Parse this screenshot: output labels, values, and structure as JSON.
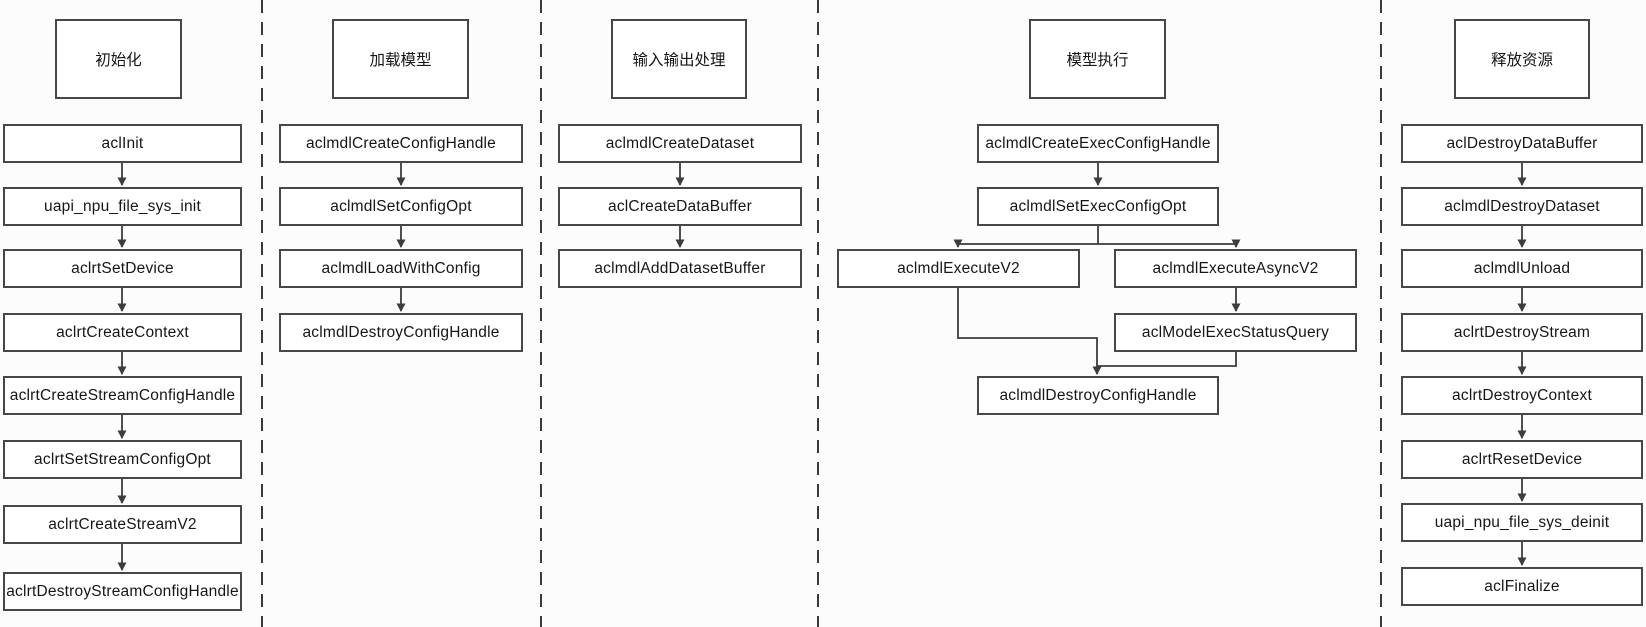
{
  "colors": {
    "background": "#fcfcfc",
    "box_fill": "#ffffff",
    "box_border": "#474747",
    "text": "#161616",
    "connector_line": "#3c3c3c",
    "dashed_separator": "#3a3a3a"
  },
  "separators": {
    "count": 4,
    "positions_x": [
      262,
      541,
      818,
      1381
    ]
  },
  "columns": [
    {
      "title": "初始化",
      "nodes": [
        "aclInit",
        "uapi_npu_file_sys_init",
        "aclrtSetDevice",
        "aclrtCreateContext",
        "aclrtCreateStreamConfigHandle",
        "aclrtSetStreamConfigOpt",
        "aclrtCreateStreamV2",
        "aclrtDestroyStreamConfigHandle"
      ],
      "flow": [
        [
          "aclInit",
          "uapi_npu_file_sys_init"
        ],
        [
          "uapi_npu_file_sys_init",
          "aclrtSetDevice"
        ],
        [
          "aclrtSetDevice",
          "aclrtCreateContext"
        ],
        [
          "aclrtCreateContext",
          "aclrtCreateStreamConfigHandle"
        ],
        [
          "aclrtCreateStreamConfigHandle",
          "aclrtSetStreamConfigOpt"
        ],
        [
          "aclrtSetStreamConfigOpt",
          "aclrtCreateStreamV2"
        ],
        [
          "aclrtCreateStreamV2",
          "aclrtDestroyStreamConfigHandle"
        ]
      ]
    },
    {
      "title": "加载模型",
      "nodes": [
        "aclmdlCreateConfigHandle",
        "aclmdlSetConfigOpt",
        "aclmdlLoadWithConfig",
        "aclmdlDestroyConfigHandle"
      ],
      "flow": [
        [
          "aclmdlCreateConfigHandle",
          "aclmdlSetConfigOpt"
        ],
        [
          "aclmdlSetConfigOpt",
          "aclmdlLoadWithConfig"
        ],
        [
          "aclmdlLoadWithConfig",
          "aclmdlDestroyConfigHandle"
        ]
      ]
    },
    {
      "title": "输入输出处理",
      "nodes": [
        "aclmdlCreateDataset",
        "aclCreateDataBuffer",
        "aclmdlAddDatasetBuffer"
      ],
      "flow": [
        [
          "aclmdlCreateDataset",
          "aclCreateDataBuffer"
        ],
        [
          "aclCreateDataBuffer",
          "aclmdlAddDatasetBuffer"
        ]
      ]
    },
    {
      "title": "模型执行",
      "nodes": [
        "aclmdlCreateExecConfigHandle",
        "aclmdlSetExecConfigOpt",
        "aclmdlExecuteV2",
        "aclmdlExecuteAsyncV2",
        "aclModelExecStatusQuery",
        "aclmdlDestroyConfigHandle"
      ],
      "flow": [
        [
          "aclmdlCreateExecConfigHandle",
          "aclmdlSetExecConfigOpt"
        ],
        [
          "aclmdlSetExecConfigOpt",
          "aclmdlExecuteV2"
        ],
        [
          "aclmdlSetExecConfigOpt",
          "aclmdlExecuteAsyncV2"
        ],
        [
          "aclmdlExecuteAsyncV2",
          "aclModelExecStatusQuery"
        ],
        [
          "aclmdlExecuteV2",
          "aclmdlDestroyConfigHandle"
        ],
        [
          "aclModelExecStatusQuery",
          "aclmdlDestroyConfigHandle"
        ]
      ]
    },
    {
      "title": "释放资源",
      "nodes": [
        "aclDestroyDataBuffer",
        "aclmdlDestroyDataset",
        "aclmdlUnload",
        "aclrtDestroyStream",
        "aclrtDestroyContext",
        "aclrtResetDevice",
        "uapi_npu_file_sys_deinit",
        "aclFinalize"
      ],
      "flow": [
        [
          "aclDestroyDataBuffer",
          "aclmdlDestroyDataset"
        ],
        [
          "aclmdlDestroyDataset",
          "aclmdlUnload"
        ],
        [
          "aclmdlUnload",
          "aclrtDestroyStream"
        ],
        [
          "aclrtDestroyStream",
          "aclrtDestroyContext"
        ],
        [
          "aclrtDestroyContext",
          "aclrtResetDevice"
        ],
        [
          "aclrtResetDevice",
          "uapi_npu_file_sys_deinit"
        ],
        [
          "uapi_npu_file_sys_deinit",
          "aclFinalize"
        ]
      ]
    }
  ]
}
